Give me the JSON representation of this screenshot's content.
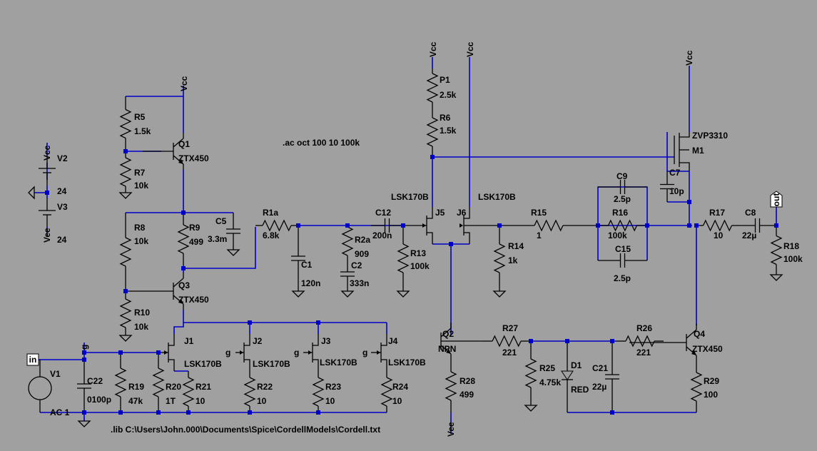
{
  "directives": {
    "ac": ".ac oct 100 10 100k",
    "lib": ".lib C:\\Users\\John.000\\Documents\\Spice\\CordellModels\\Cordell.txt"
  },
  "nets": {
    "vcc": "Vcc",
    "vee": "Vee",
    "g": "g",
    "in": "in",
    "out": "out"
  },
  "parts": {
    "V2": {
      "name": "V2",
      "value": "24"
    },
    "V3": {
      "name": "V3",
      "value": "24"
    },
    "V1": {
      "name": "V1",
      "value": "AC 1"
    },
    "R5": {
      "name": "R5",
      "value": "1.5k"
    },
    "R7": {
      "name": "R7",
      "value": "10k"
    },
    "R8": {
      "name": "R8",
      "value": "10k"
    },
    "R9": {
      "name": "R9",
      "value": "499"
    },
    "R10": {
      "name": "R10",
      "value": "10k"
    },
    "Q1": {
      "name": "Q1",
      "value": "ZTX450"
    },
    "Q3": {
      "name": "Q3",
      "value": "ZTX450"
    },
    "C5": {
      "name": "C5",
      "value": "3.3m"
    },
    "R1a": {
      "name": "R1a",
      "value": "6.8k"
    },
    "C1": {
      "name": "C1",
      "value": "120n"
    },
    "R2a": {
      "name": "R2a",
      "value": "909"
    },
    "C2": {
      "name": "C2",
      "value": "333n"
    },
    "C12": {
      "name": "C12",
      "value": "200n"
    },
    "R13": {
      "name": "R13",
      "value": "100k"
    },
    "P1": {
      "name": "P1",
      "value": "2.5k"
    },
    "R6": {
      "name": "R6",
      "value": "1.5k"
    },
    "J5": {
      "name": "J5",
      "value": "LSK170B"
    },
    "J6": {
      "name": "J6",
      "value": "LSK170B"
    },
    "R14": {
      "name": "R14",
      "value": "1k"
    },
    "R15": {
      "name": "R15",
      "value": "1"
    },
    "C9": {
      "name": "C9",
      "value": "2.5p"
    },
    "R16": {
      "name": "R16",
      "value": "100k"
    },
    "C15": {
      "name": "C15",
      "value": "2.5p"
    },
    "M1": {
      "name": "M1",
      "value": "ZVP3310"
    },
    "C7": {
      "name": "C7",
      "value": "10p"
    },
    "R17": {
      "name": "R17",
      "value": "10"
    },
    "C8": {
      "name": "C8",
      "value": "22µ"
    },
    "R18": {
      "name": "R18",
      "value": "100k"
    },
    "C22": {
      "name": "C22",
      "value": "0100p"
    },
    "R19": {
      "name": "R19",
      "value": "47k"
    },
    "R20": {
      "name": "R20",
      "value": "1T"
    },
    "J1": {
      "name": "J1",
      "value": "LSK170B"
    },
    "J2": {
      "name": "J2",
      "value": "LSK170B"
    },
    "J3": {
      "name": "J3",
      "value": "LSK170B"
    },
    "J4": {
      "name": "J4",
      "value": "LSK170B"
    },
    "R21": {
      "name": "R21",
      "value": "10"
    },
    "R22": {
      "name": "R22",
      "value": "10"
    },
    "R23": {
      "name": "R23",
      "value": "10"
    },
    "R24": {
      "name": "R24",
      "value": "10"
    },
    "Q2": {
      "name": "Q2",
      "value": "NPN"
    },
    "R28": {
      "name": "R28",
      "value": "499"
    },
    "R27": {
      "name": "R27",
      "value": "221"
    },
    "R25": {
      "name": "R25",
      "value": "4.75k"
    },
    "D1": {
      "name": "D1",
      "value": "RED"
    },
    "C21": {
      "name": "C21",
      "value": "22µ"
    },
    "R26": {
      "name": "R26",
      "value": "221"
    },
    "Q4": {
      "name": "Q4",
      "value": "ZTX450"
    },
    "R29": {
      "name": "R29",
      "value": "100"
    }
  }
}
